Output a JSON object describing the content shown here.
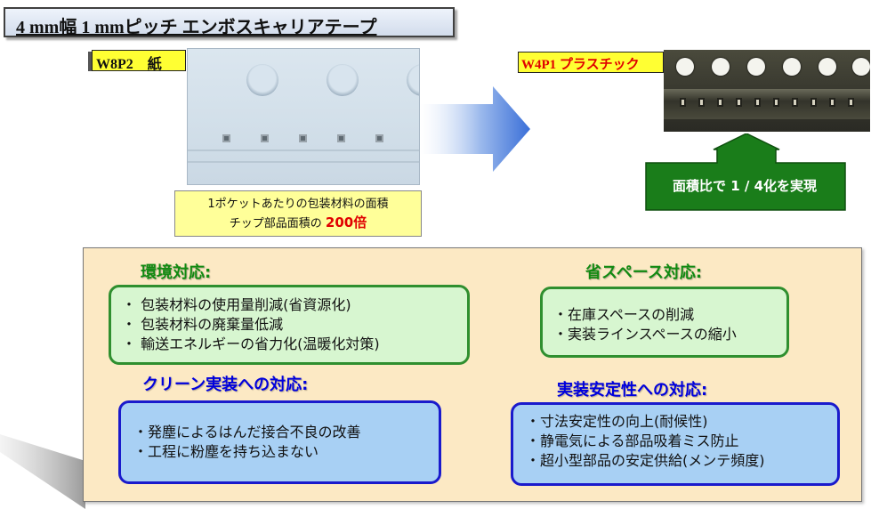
{
  "title": "4 mm幅 1 mmピッチ エンボスキャリアテープ",
  "paper_tape": {
    "tag": "W8P2　紙",
    "note_line1": "1ポケットあたりの包装材料の面積",
    "note_line2_prefix": "チップ部品面積の",
    "note_line2_value": "200倍"
  },
  "plastic_tape": {
    "tag": "W4P1 プラスチック",
    "result": "面積比で 1 / 4化を実現"
  },
  "colors": {
    "panel_bg": "#fce9c4",
    "green_accent": "#118a11",
    "blue_accent": "#0000dd",
    "arrow_blue": "#3a6fd8",
    "result_green": "#1a7d1a",
    "highlight_red": "#e00000",
    "tag_yellow": "#ffff33"
  },
  "sections": {
    "environment": {
      "heading": "環境対応:",
      "items": [
        "・ 包装材料の使用量削減(省資源化)",
        "・ 包装材料の廃棄量低減",
        "・ 輸送エネルギーの省力化(温暖化対策)"
      ]
    },
    "space_saving": {
      "heading": "省スペース対応:",
      "items": [
        "・在庫スペースの削減",
        "・実装ラインスペースの縮小"
      ]
    },
    "clean_mounting": {
      "heading": "クリーン実装への対応:",
      "items": [
        "・発塵によるはんだ接合不良の改善",
        "・工程に粉塵を持ち込まない"
      ]
    },
    "mounting_stability": {
      "heading": "実装安定性への対応:",
      "items": [
        "・寸法安定性の向上(耐候性)",
        "・静電気による部品吸着ミス防止",
        "・超小型部品の安定供給(メンテ頻度)"
      ]
    }
  }
}
